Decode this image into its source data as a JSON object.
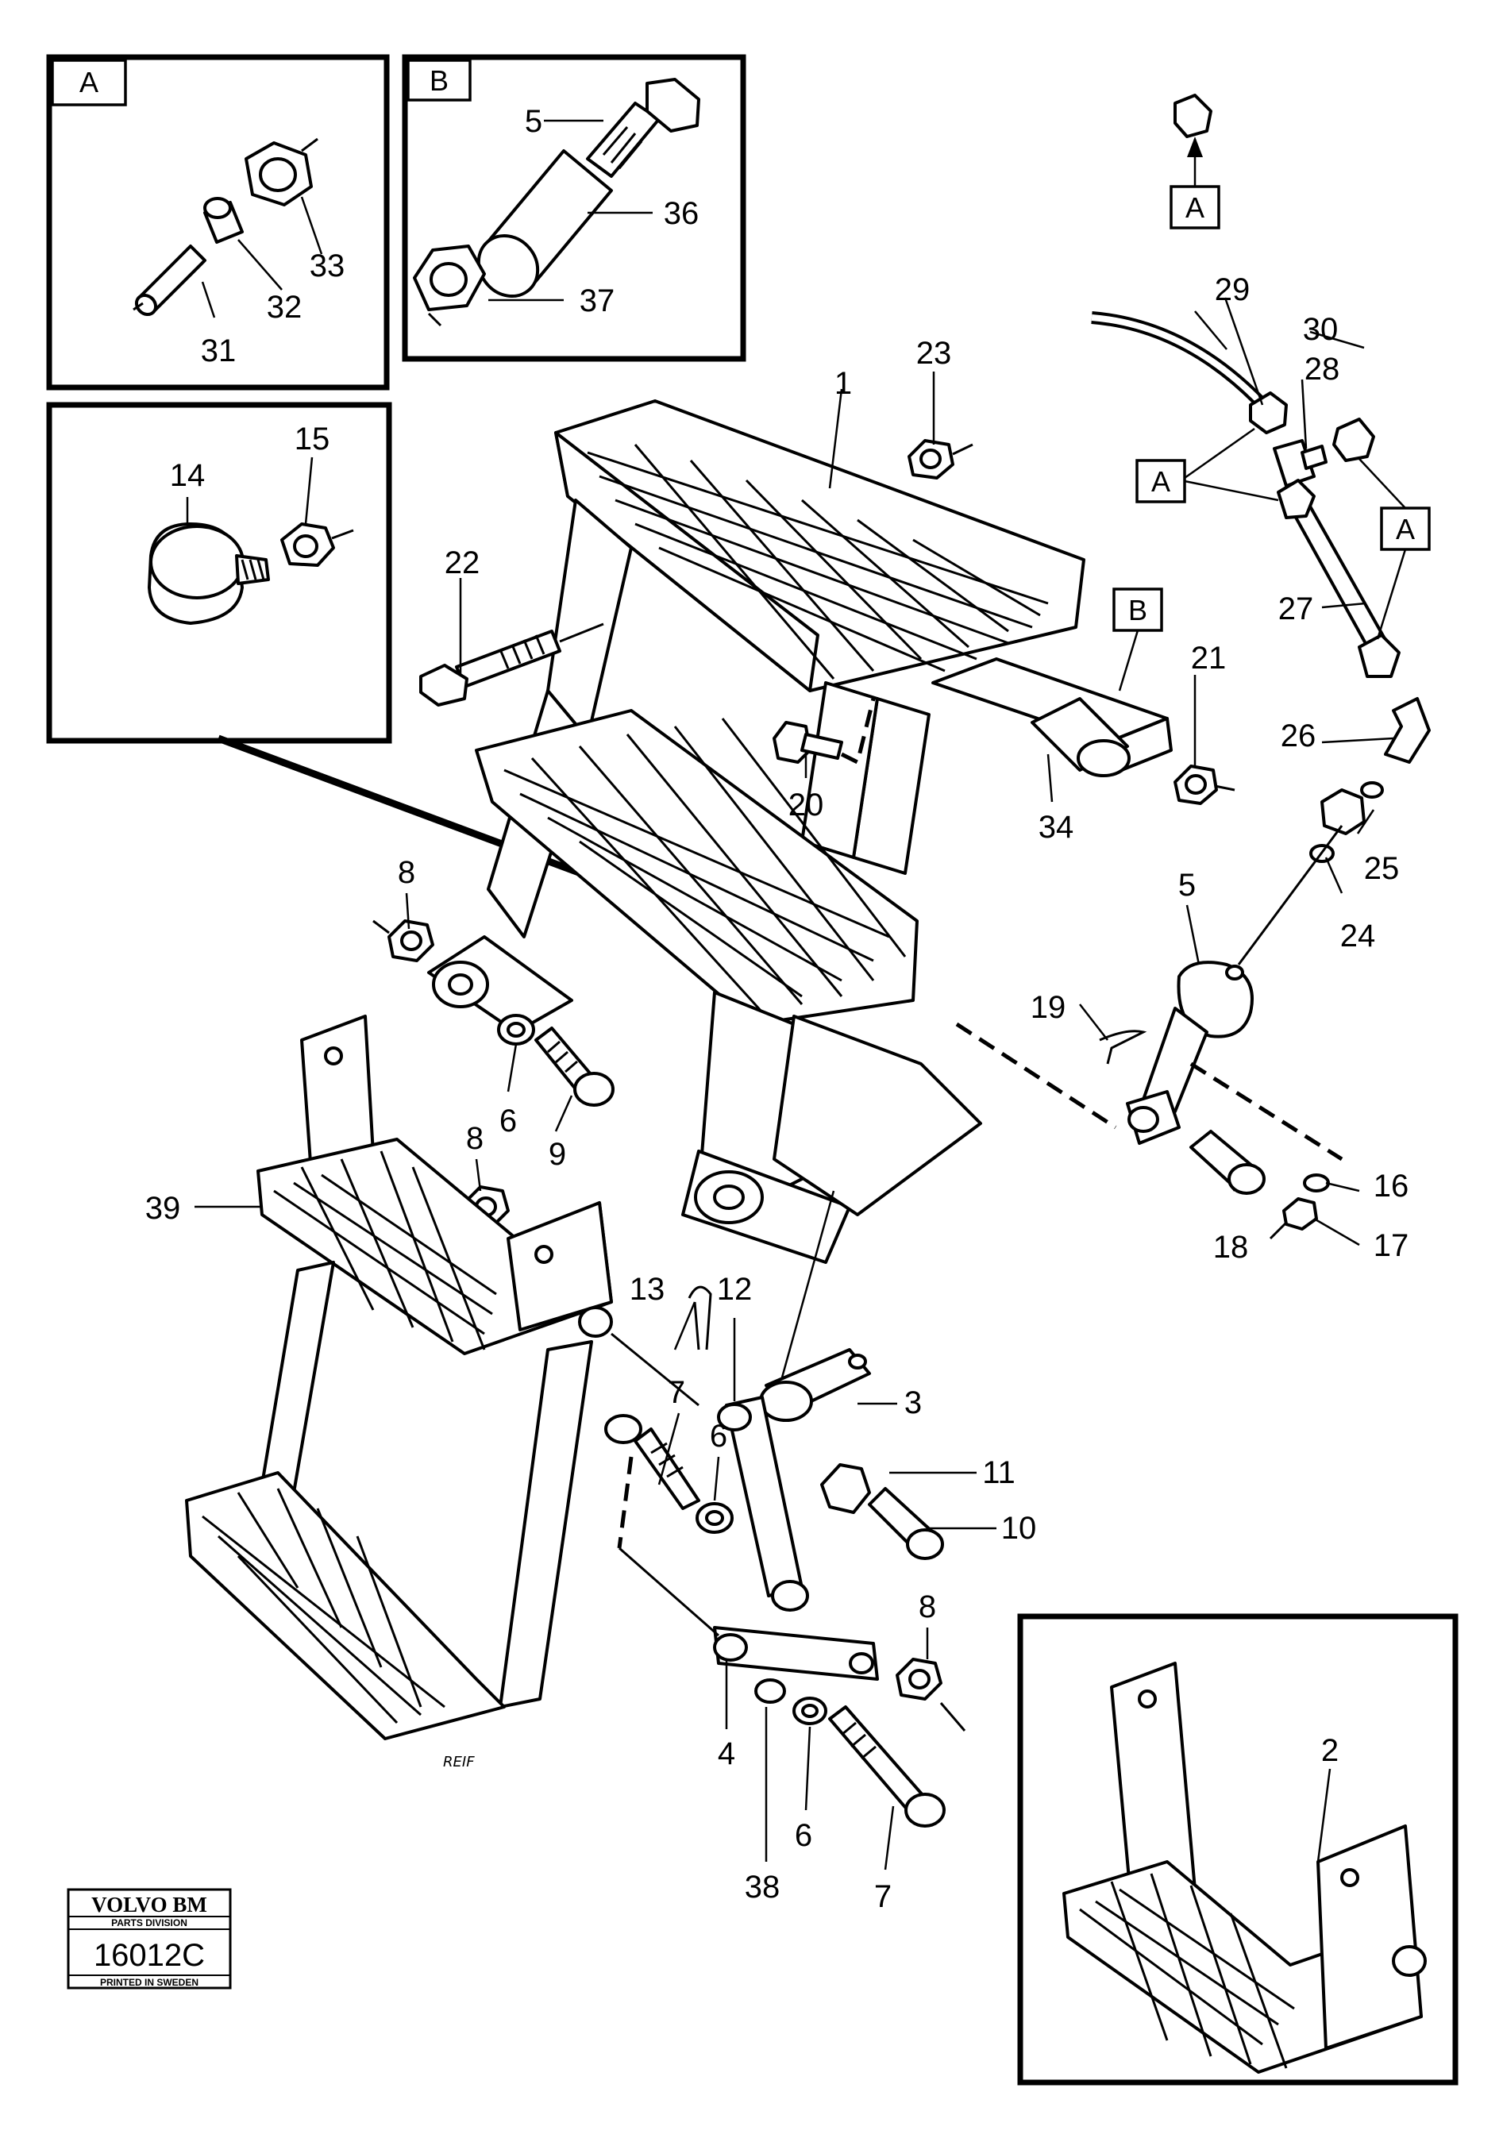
{
  "inset_labels": {
    "a": "A",
    "b": "B"
  },
  "ref_tags": {
    "hose_end_top": "A",
    "hose_mid_left": "A",
    "hose_mid_right": "A",
    "main_frame_tube": "B"
  },
  "callouts": {
    "p1": "1",
    "p2": "2",
    "p3": "3",
    "p4": "4",
    "p5_inset": "5",
    "p5_valve": "5",
    "p6_a": "6",
    "p6_b": "6",
    "p6_c": "6",
    "p7_a": "7",
    "p7_b": "7",
    "p8_a": "8",
    "p8_b": "8",
    "p8_c": "8",
    "p9": "9",
    "p10": "10",
    "p11": "11",
    "p12": "12",
    "p13": "13",
    "p14": "14",
    "p15": "15",
    "p16": "16",
    "p17": "17",
    "p18": "18",
    "p19": "19",
    "p20": "20",
    "p21": "21",
    "p22": "22",
    "p23": "23",
    "p24": "24",
    "p25": "25",
    "p26": "26",
    "p27": "27",
    "p28": "28",
    "p29": "29",
    "p30": "30",
    "p31": "31",
    "p32": "32",
    "p33": "33",
    "p34": "34",
    "p36": "36",
    "p37": "37",
    "p38": "38",
    "p39": "39"
  },
  "stamp": {
    "brand": "VOLVO BM",
    "division": "PARTS DIVISION",
    "number": "16012C",
    "printed": "PRINTED IN SWEDEN"
  },
  "signature": "REIF"
}
